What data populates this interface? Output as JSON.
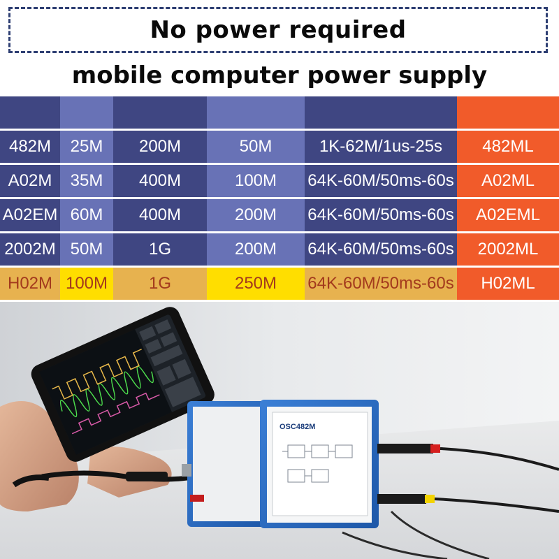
{
  "header": {
    "banner": "No power required",
    "subtitle": "mobile computer power supply"
  },
  "table": {
    "rows": [
      [
        "482M",
        "25M",
        "200M",
        "50M",
        "1K-62M/1us-25s",
        "482ML"
      ],
      [
        "A02M",
        "35M",
        "400M",
        "100M",
        "64K-60M/50ms-60s",
        "A02ML"
      ],
      [
        "A02EM",
        "60M",
        "400M",
        "200M",
        "64K-60M/50ms-60s",
        "A02EML"
      ],
      [
        "2002M",
        "50M",
        "1G",
        "200M",
        "64K-60M/50ms-60s",
        "2002ML"
      ],
      [
        "H02M",
        "100M",
        "1G",
        "250M",
        "64K-60M/50ms-60s",
        "H02ML"
      ]
    ]
  },
  "device": {
    "label": "OSC482M"
  },
  "colors": {
    "table_dark": "#3f4682",
    "table_light": "#6872b6",
    "table_orange": "#f15b2a",
    "highlight_gold": "#e7b24f",
    "highlight_yellow": "#ffde00",
    "highlight_text": "#a33a1d"
  }
}
